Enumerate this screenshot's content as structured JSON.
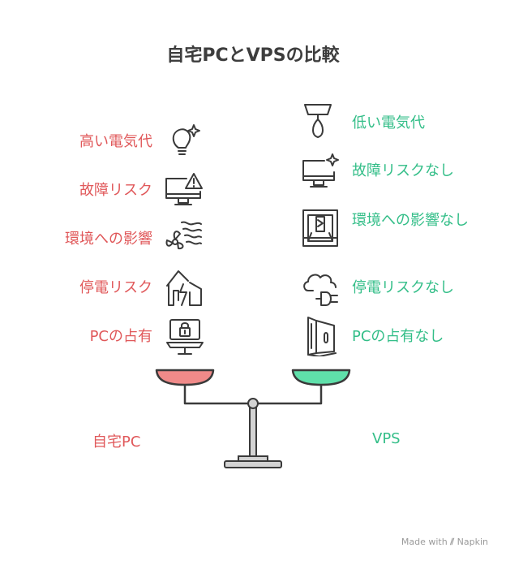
{
  "title": "自宅PCとVPSの比較",
  "left": {
    "name": "自宅PC",
    "color": "#e0585a",
    "items": [
      {
        "label": "高い電気代",
        "icon": "lightbulb-sparkle-icon"
      },
      {
        "label": "故障リスク",
        "icon": "monitor-warning-icon"
      },
      {
        "label": "環境への影響",
        "icon": "fan-wind-icon"
      },
      {
        "label": "停電リスク",
        "icon": "house-lightning-icon"
      },
      {
        "label": "PCの占有",
        "icon": "laptop-lock-icon"
      }
    ]
  },
  "right": {
    "name": "VPS",
    "color": "#33be88",
    "items": [
      {
        "label": "低い電気代",
        "icon": "lamp-drop-icon"
      },
      {
        "label": "故障リスクなし",
        "icon": "monitor-sparkle-icon"
      },
      {
        "label": "環境への影響なし",
        "icon": "framed-device-icon"
      },
      {
        "label": "停電リスクなし",
        "icon": "cloud-plug-icon"
      },
      {
        "label": "PCの占有なし",
        "icon": "server-tower-icon"
      }
    ]
  },
  "footer": {
    "brand": "Made with",
    "brand_name": "Napkin"
  }
}
